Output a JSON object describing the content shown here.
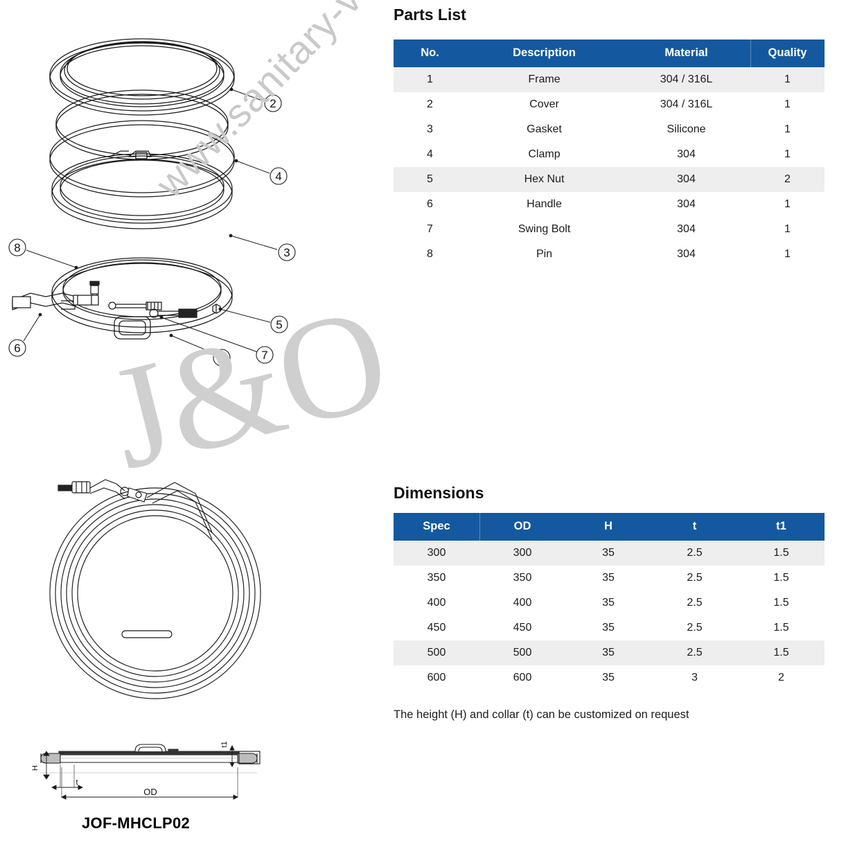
{
  "product": {
    "model": "JOF-MHCLP02"
  },
  "watermarks": {
    "url": "www.sanitary-valves.co",
    "logo": "J&O"
  },
  "parts_section": {
    "title": "Parts List",
    "columns": [
      "No.",
      "Description",
      "Material",
      "Quality"
    ],
    "rows": [
      {
        "no": "1",
        "description": "Frame",
        "material": "304 / 316L",
        "quality": "1"
      },
      {
        "no": "2",
        "description": "Cover",
        "material": "304 / 316L",
        "quality": "1"
      },
      {
        "no": "3",
        "description": "Gasket",
        "material": "Silicone",
        "quality": "1"
      },
      {
        "no": "4",
        "description": "Clamp",
        "material": "304",
        "quality": "1"
      },
      {
        "no": "5",
        "description": "Hex Nut",
        "material": "304",
        "quality": "2"
      },
      {
        "no": "6",
        "description": "Handle",
        "material": "304",
        "quality": "1"
      },
      {
        "no": "7",
        "description": "Swing Bolt",
        "material": "304",
        "quality": "1"
      },
      {
        "no": "8",
        "description": "Pin",
        "material": "304",
        "quality": "1"
      }
    ]
  },
  "dimensions_section": {
    "title": "Dimensions",
    "columns": [
      "Spec",
      "OD",
      "H",
      "t",
      "t1"
    ],
    "rows": [
      {
        "spec": "300",
        "od": "300",
        "h": "35",
        "t": "2.5",
        "t1": "1.5"
      },
      {
        "spec": "350",
        "od": "350",
        "h": "35",
        "t": "2.5",
        "t1": "1.5"
      },
      {
        "spec": "400",
        "od": "400",
        "h": "35",
        "t": "2.5",
        "t1": "1.5"
      },
      {
        "spec": "450",
        "od": "450",
        "h": "35",
        "t": "2.5",
        "t1": "1.5"
      },
      {
        "spec": "500",
        "od": "500",
        "h": "35",
        "t": "2.5",
        "t1": "1.5"
      },
      {
        "spec": "600",
        "od": "600",
        "h": "35",
        "t": "3",
        "t1": "2"
      }
    ],
    "note": "The height (H) and collar (t) can be customized on request"
  },
  "exploded_view": {
    "callouts": [
      {
        "id": "2",
        "label": "②"
      },
      {
        "id": "4",
        "label": "④"
      },
      {
        "id": "3",
        "label": "③"
      },
      {
        "id": "8",
        "label": "⑧"
      },
      {
        "id": "5",
        "label": "⑤"
      },
      {
        "id": "6",
        "label": "⑥"
      },
      {
        "id": "1",
        "label": "①"
      },
      {
        "id": "7",
        "label": "⑦"
      }
    ]
  },
  "side_view": {
    "dim_labels": {
      "h": "H",
      "t": "t",
      "t1": "t1",
      "od": "OD"
    }
  },
  "colors": {
    "header_blue": "#14599f",
    "row_stripe": "#eeeeee",
    "watermark_gray": "#c9c9c9",
    "text": "#1c1c1c"
  }
}
